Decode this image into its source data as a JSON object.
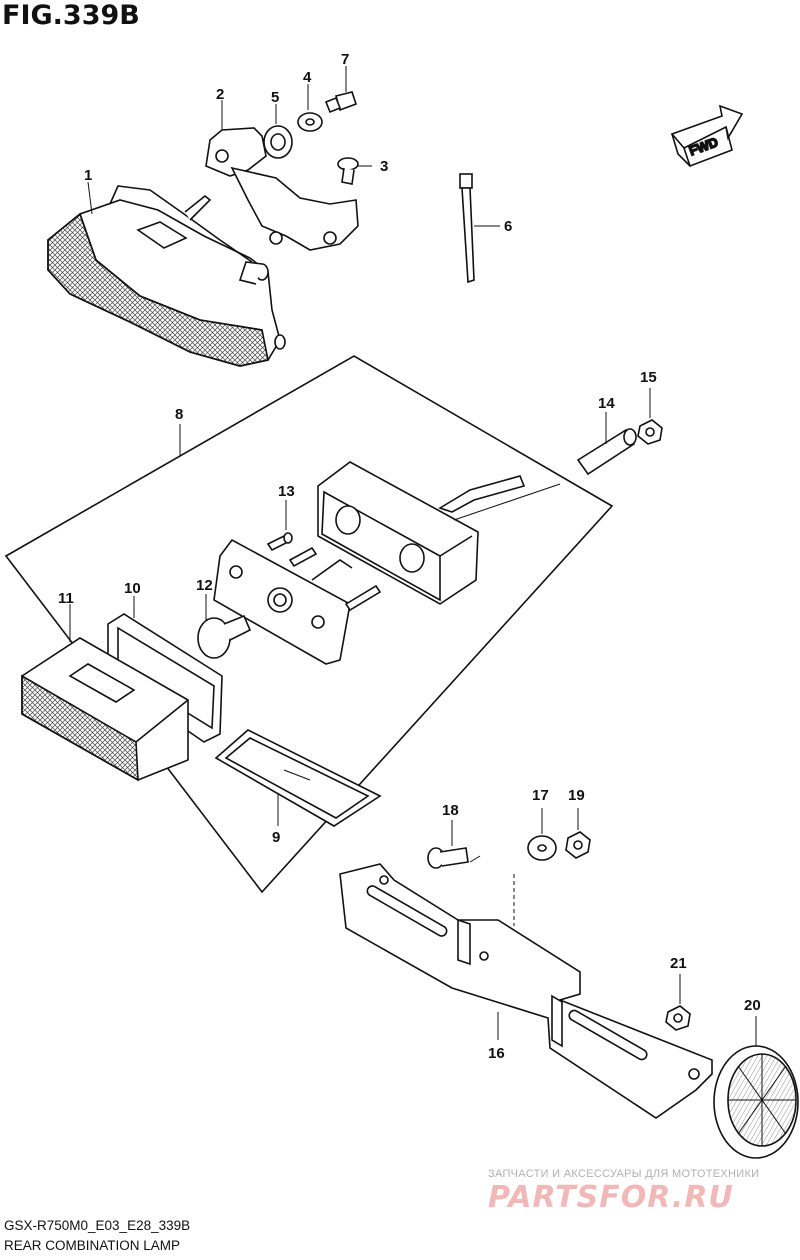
{
  "figure_title": "FIG.339B",
  "model_code": "GSX-R750M0_E03_E28_339B",
  "caption": "REAR COMBINATION LAMP",
  "direction_label": "FWD",
  "watermark": {
    "tagline": "ЗАПЧАСТИ И АКСЕССУАРЫ ДЛЯ МОТОТЕХНИКИ",
    "logo": "PARTSFOR.RU"
  },
  "callouts": [
    "1",
    "2",
    "3",
    "4",
    "5",
    "6",
    "7",
    "8",
    "9",
    "10",
    "11",
    "12",
    "13",
    "14",
    "15",
    "16",
    "17",
    "18",
    "19",
    "20",
    "21"
  ]
}
